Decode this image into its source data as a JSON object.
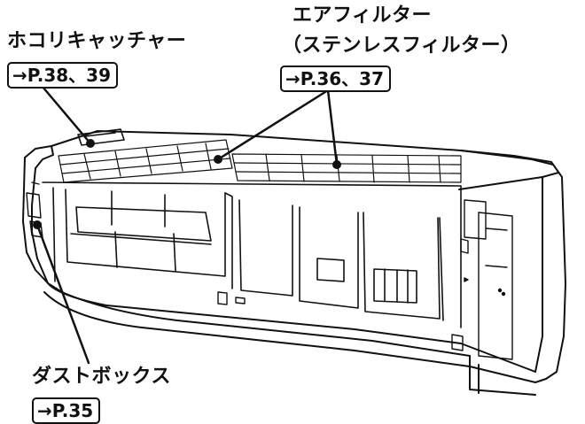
{
  "callouts": {
    "dust_catcher": {
      "label": "ホコリキャッチャー",
      "ref": "→P.38、39"
    },
    "air_filter": {
      "label_line1": "エアフィルター",
      "label_line2": "（ステンレスフィルター）",
      "ref": "→P.36、37"
    },
    "dust_box": {
      "label": "ダストボックス",
      "ref": "→P.35"
    }
  }
}
